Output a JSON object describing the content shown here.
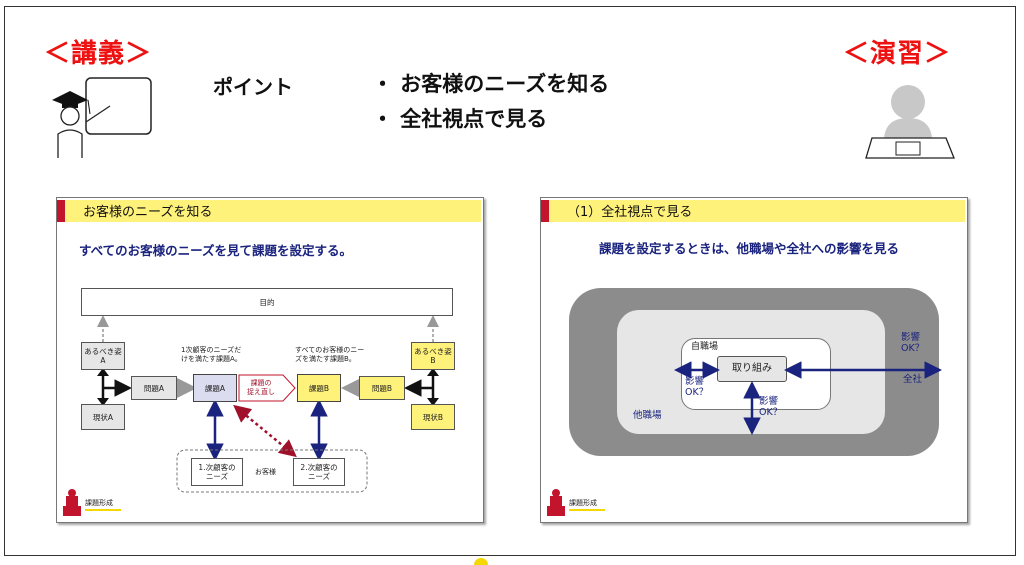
{
  "header": {
    "lecture_label": "＜講義＞",
    "exercise_label": "＜演習＞",
    "point_label": "ポイント",
    "points": [
      "・ お客様のニーズを知る",
      "・ 全社視点で見る"
    ]
  },
  "left_slide": {
    "title": "お客様のニーズを知る",
    "subtitle": "すべてのお客様のニーズを見て課題を設定する。",
    "goal": "目的",
    "ideal_a": "あるべき姿\nA",
    "current_a": "現状A",
    "problem_a": "問題A",
    "task_a": "課題A",
    "note_a": "1次顧客のニーズだ\nけを満たす課題A。",
    "reset": "課題の\n捉え直し",
    "note_b": "すべてのお客様のニー\nズを満たす課題B。",
    "task_b": "課題B",
    "problem_b": "問題B",
    "ideal_b": "あるべき姿\nB",
    "current_b": "現状B",
    "needs_1": "1.次顧客の\nニーズ",
    "customer": "お客様",
    "needs_2": "2.次顧客の\nニーズ",
    "logo": "課題形成"
  },
  "right_slide": {
    "title": "（1）全社視点で見る",
    "subtitle": "課題を設定するときは、他職場や全社への影響を見る",
    "own_workplace": "自職場",
    "effort": "取り組み",
    "other_workplace": "他職場",
    "company": "全社",
    "impact_left": "影響\nOK？",
    "impact_down": "影響\nOK？",
    "impact_right": "影響\nOK？",
    "logo": "課題形成"
  },
  "colors": {
    "accent_red": "#ee1111",
    "title_yellow": "#fff27a",
    "title_red": "#c3142d",
    "navy": "#1a237e"
  }
}
